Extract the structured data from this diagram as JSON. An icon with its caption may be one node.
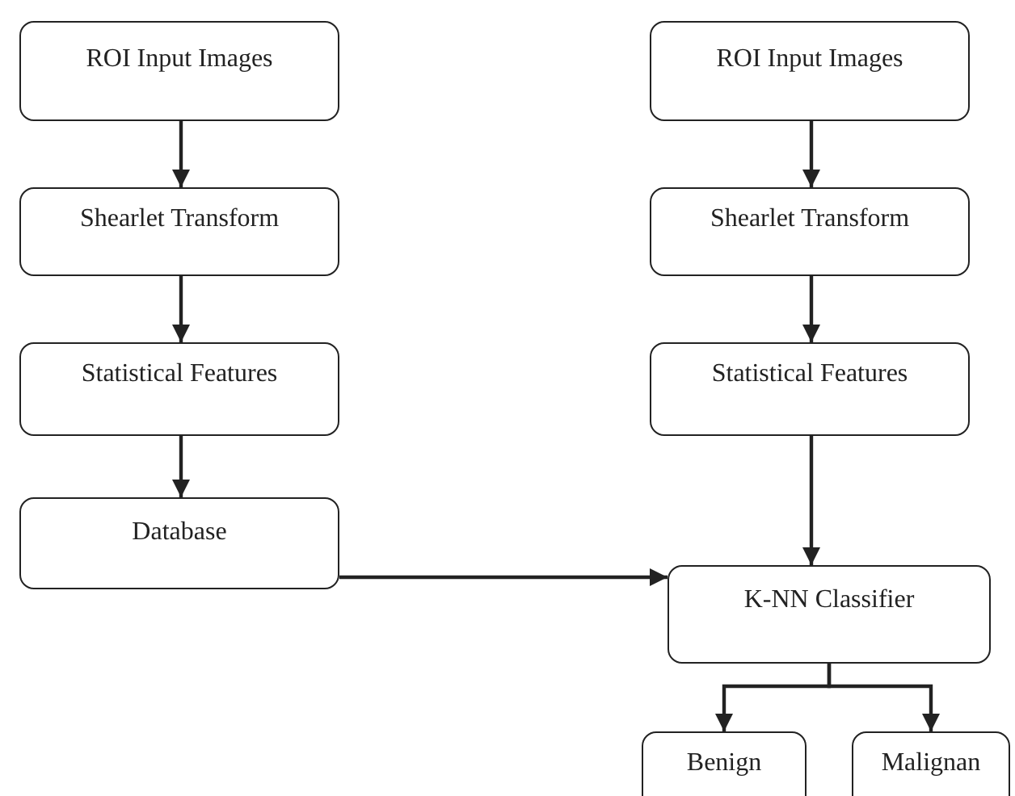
{
  "diagram": {
    "nodes": [
      {
        "text": [
          "ROI Input Images"
        ]
      },
      {
        "text": [
          "Shearlet Transform"
        ]
      },
      {
        "text": [
          "Statistical Features"
        ]
      },
      {
        "text": [
          "Database"
        ]
      },
      {
        "text": [
          "ROI Input Images"
        ]
      },
      {
        "text": [
          "Shearlet Transform"
        ]
      },
      {
        "text": [
          "Statistical Features"
        ]
      },
      {
        "text": [
          "K-NN Classifier"
        ]
      },
      {
        "text": [
          "Benign"
        ]
      },
      {
        "text": [
          "Malignan"
        ]
      }
    ],
    "edges": [
      {
        "from": 0,
        "to": 1,
        "arrow": "to"
      },
      {
        "from": 1,
        "to": 2,
        "arrow": "to"
      },
      {
        "from": 2,
        "to": 3,
        "arrow": "to"
      },
      {
        "from": 4,
        "to": 5,
        "arrow": "to"
      },
      {
        "from": 5,
        "to": 6,
        "arrow": "to"
      },
      {
        "from": 6,
        "to": 7,
        "arrow": "to"
      },
      {
        "from": 3,
        "to": 7,
        "arrow": "to"
      },
      {
        "from": 7,
        "to": 8,
        "arrow": "to"
      },
      {
        "from": 7,
        "to": 9,
        "arrow": "to"
      }
    ]
  }
}
